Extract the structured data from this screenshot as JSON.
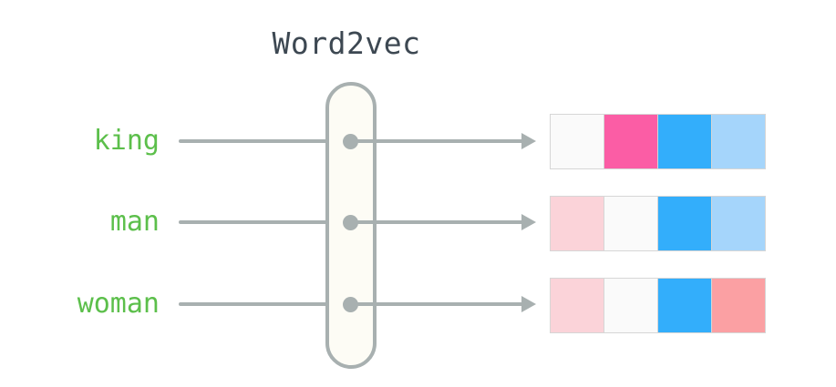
{
  "diagram": {
    "title": "Word2vec",
    "title_color": "#3d4852",
    "label_color": "#5cbf4b",
    "wire_color": "#a8b0b0",
    "capsule": {
      "fill": "#fdfcf5",
      "stroke": "#a8b0b0",
      "name": "word2vec-model"
    },
    "rows": [
      {
        "word": "king",
        "node_name": "node-king",
        "vector": [
          "#fafafa",
          "#fb5da5",
          "#33aefb",
          "#a5d5fb"
        ]
      },
      {
        "word": "man",
        "node_name": "node-man",
        "vector": [
          "#fbd3d9",
          "#fafafa",
          "#33aefb",
          "#a5d5fb"
        ]
      },
      {
        "word": "woman",
        "node_name": "node-woman",
        "vector": [
          "#fbd3d9",
          "#fafafa",
          "#33aefb",
          "#fba0a3"
        ]
      }
    ]
  }
}
